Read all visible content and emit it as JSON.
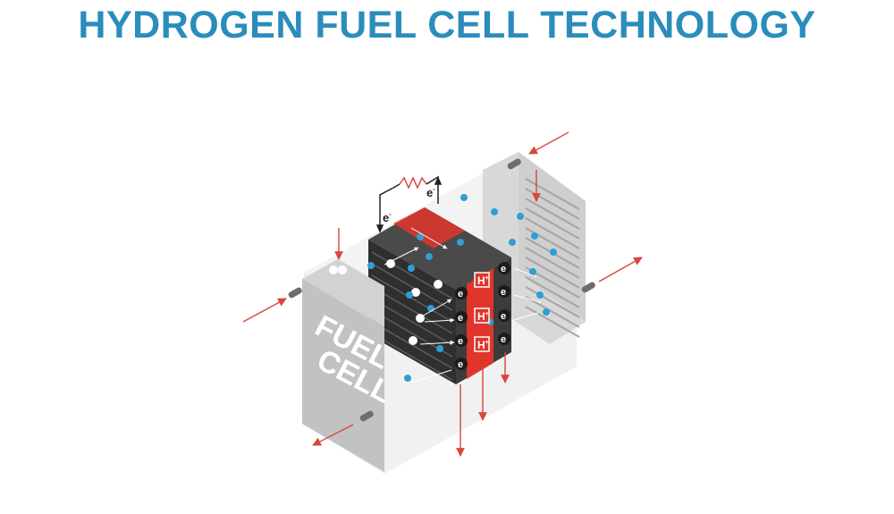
{
  "title": "HYDROGEN FUEL CELL TECHNOLOGY",
  "fuel_cell_label": {
    "line1": "FUEL",
    "line2": "CELL"
  },
  "electron_symbol": "e",
  "electron_charge": "-",
  "proton_symbol": "H",
  "proton_charge": "+",
  "colors": {
    "title": "#2a8dbc",
    "arrow": "#d9463b",
    "membrane": "#e0352b",
    "stack": "#3a3a3a",
    "casing": "#d6d6d6",
    "molecule_blue": "#2f9fd3"
  }
}
